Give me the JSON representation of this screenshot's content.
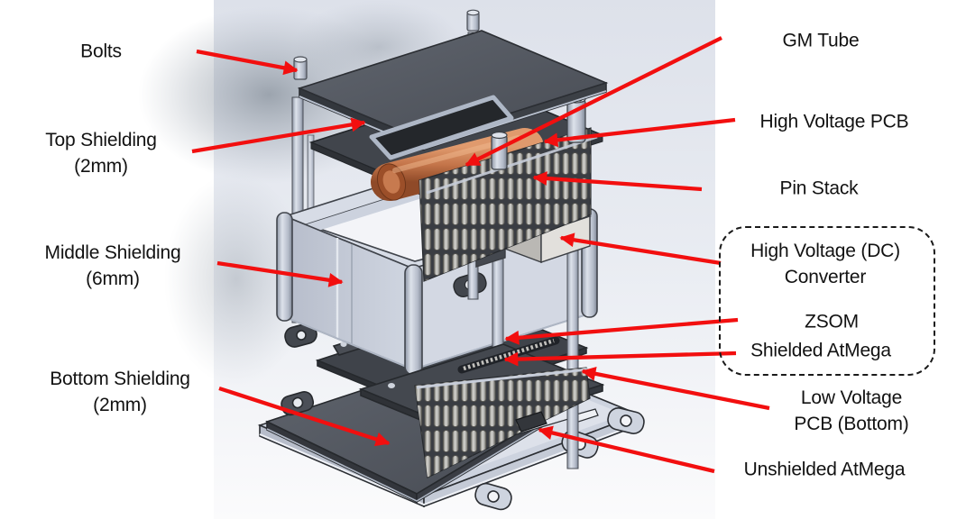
{
  "figure_labels": {
    "bolts": "Bolts",
    "top_shielding_1": "Top Shielding",
    "top_shielding_2": "(2mm)",
    "middle_shielding_1": "Middle Shielding",
    "middle_shielding_2": "(6mm)",
    "bottom_shielding_1": "Bottom Shielding",
    "bottom_shielding_2": "(2mm)",
    "gm_tube": "GM Tube",
    "high_voltage_pcb": "High Voltage PCB",
    "pin_stack": "Pin Stack",
    "hv_dc_converter_1": "High Voltage (DC)",
    "hv_dc_converter_2": "Converter",
    "zsom": "ZSOM",
    "shielded_atmega": "Shielded AtMega",
    "low_voltage_pcb_1": "Low Voltage",
    "low_voltage_pcb_2": "PCB (Bottom)",
    "unshielded_atmega": "Unshielded AtMega"
  },
  "colors": {
    "arrow": "#f20f0f",
    "label_text": "#121212",
    "dashed_box": "#1a1a1a",
    "top_shielding_plate": "#565b63",
    "pcb_dark": "#3f434a",
    "middle_shielding": "#c9cfdb",
    "copper_tube": "#c4754a",
    "converter_box": "#d3d1cd",
    "pins": "#a3a29e",
    "background_band": "#e2e5ee"
  }
}
